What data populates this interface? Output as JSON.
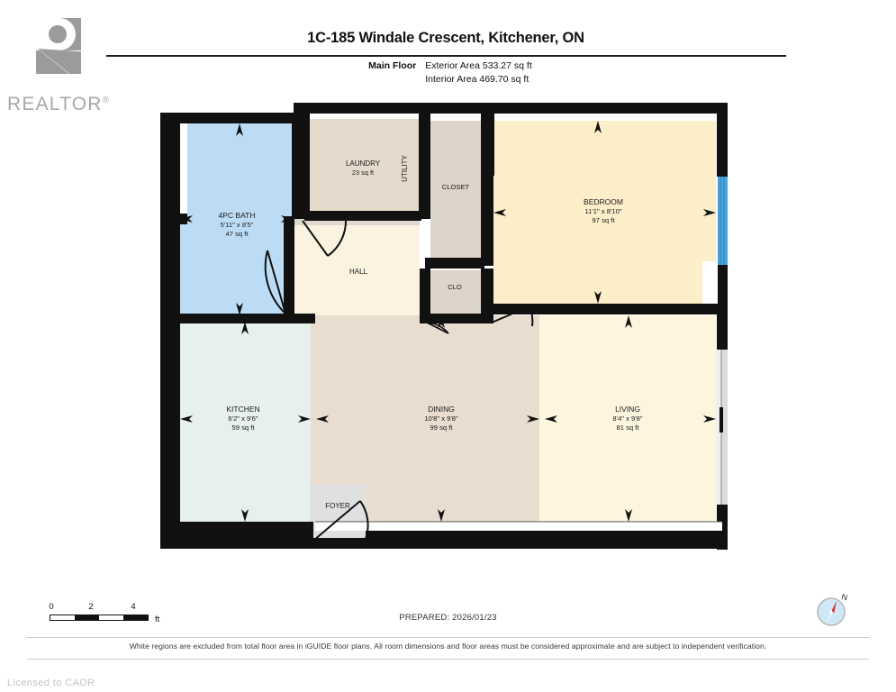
{
  "brand": {
    "logo_text": "REALTOR",
    "logo_registered": "®",
    "logo_icon": "realtor-r-logo",
    "licensed_to": "Licensed to CAOR"
  },
  "header": {
    "title": "1C-185 Windale Crescent, Kitchener, ON",
    "floor_label": "Main Floor",
    "exterior_area": "Exterior Area 533.27 sq ft",
    "interior_area": "Interior Area 469.70 sq ft"
  },
  "footer": {
    "prepared": "PREPARED: 2026/01/23",
    "disclaimer": "White regions are excluded from total floor area in iGUIDE floor plans. All room dimensions and floor areas must be considered approximate and are subject to independent verification.",
    "scale": {
      "ticks": [
        "0",
        "2",
        "4"
      ],
      "unit": "ft"
    },
    "compass": {
      "label": "N",
      "icon": "compass-rose-icon"
    }
  },
  "floorplan": {
    "rooms": [
      {
        "id": "bath",
        "name": "4PC BATH",
        "dimensions": "5'11\" x 8'5\"",
        "area": "47 sq ft",
        "color": "#bcdcf5"
      },
      {
        "id": "laundry",
        "name": "LAUNDRY",
        "dimensions": "",
        "area": "23 sq ft",
        "color": "#e5dbcd"
      },
      {
        "id": "utility",
        "name": "UTILITY",
        "dimensions": "",
        "area": "",
        "color": "#e5dbcd"
      },
      {
        "id": "closet",
        "name": "CLOSET",
        "dimensions": "",
        "area": "",
        "color": "#ddd5cb"
      },
      {
        "id": "clo",
        "name": "CLO",
        "dimensions": "",
        "area": "",
        "color": "#ddd5cb"
      },
      {
        "id": "hall",
        "name": "HALL",
        "dimensions": "",
        "area": "",
        "color": "#fbf3e0"
      },
      {
        "id": "bedroom",
        "name": "BEDROOM",
        "dimensions": "11'1\" x 8'10\"",
        "area": "97 sq ft",
        "color": "#fceec9"
      },
      {
        "id": "kitchen",
        "name": "KITCHEN",
        "dimensions": "6'2\" x 9'6\"",
        "area": "59 sq ft",
        "color": "#e6f1ec"
      },
      {
        "id": "dining",
        "name": "DINING",
        "dimensions": "10'8\" x 9'8\"",
        "area": "99 sq ft",
        "color": "#e9ddd0"
      },
      {
        "id": "living",
        "name": "LIVING",
        "dimensions": "8'4\" x 9'8\"",
        "area": "81 sq ft",
        "color": "#fdf5de"
      },
      {
        "id": "foyer",
        "name": "FOYER",
        "dimensions": "",
        "area": "",
        "color": "#e0e0e0"
      }
    ],
    "colors": {
      "wall": "#111111",
      "window": "#4aa3da",
      "door": "#111111",
      "slider": "#d9d9d9"
    }
  }
}
